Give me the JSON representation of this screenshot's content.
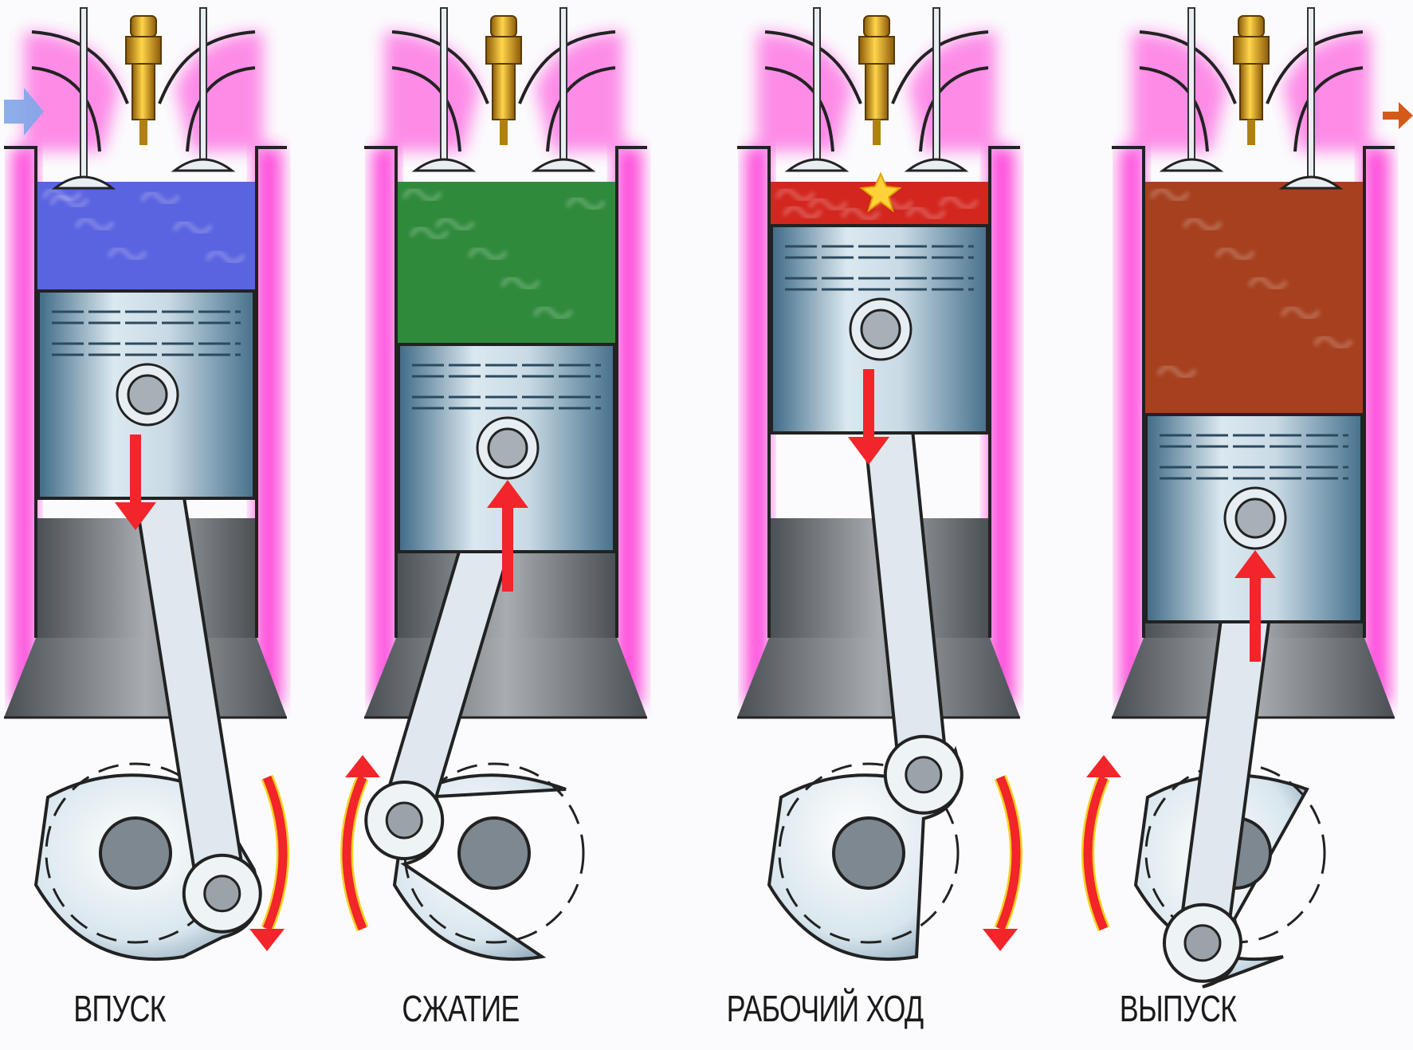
{
  "strokes": [
    {
      "label": "ВПУСК",
      "piston": "down",
      "chamber": "intake",
      "chamber_color": "#5a63e0",
      "intake_valve": "open",
      "exhaust_valve": "closed",
      "spark": false,
      "flow": "in"
    },
    {
      "label": "СЖАТИЕ",
      "piston": "up",
      "chamber": "compression",
      "chamber_color": "#2f8a3c",
      "intake_valve": "closed",
      "exhaust_valve": "closed",
      "spark": false,
      "flow": "none"
    },
    {
      "label": "РАБОЧИЙ ХОД",
      "piston": "down",
      "chamber": "ignition",
      "chamber_color": "#d2261e",
      "intake_valve": "closed",
      "exhaust_valve": "closed",
      "spark": true,
      "flow": "none"
    },
    {
      "label": "ВЫПУСК",
      "piston": "up",
      "chamber": "exhaust",
      "chamber_color": "#a6401e",
      "intake_valve": "closed",
      "exhaust_valve": "open",
      "spark": false,
      "flow": "out"
    }
  ],
  "colors": {
    "cylinder_glow": "#ff33d6",
    "piston": "#b9cfdc",
    "piston_shadow": "#5f7f93",
    "block": "#6e7378",
    "arrow": "#f2252a",
    "spark_plug": "#d9a21b"
  }
}
